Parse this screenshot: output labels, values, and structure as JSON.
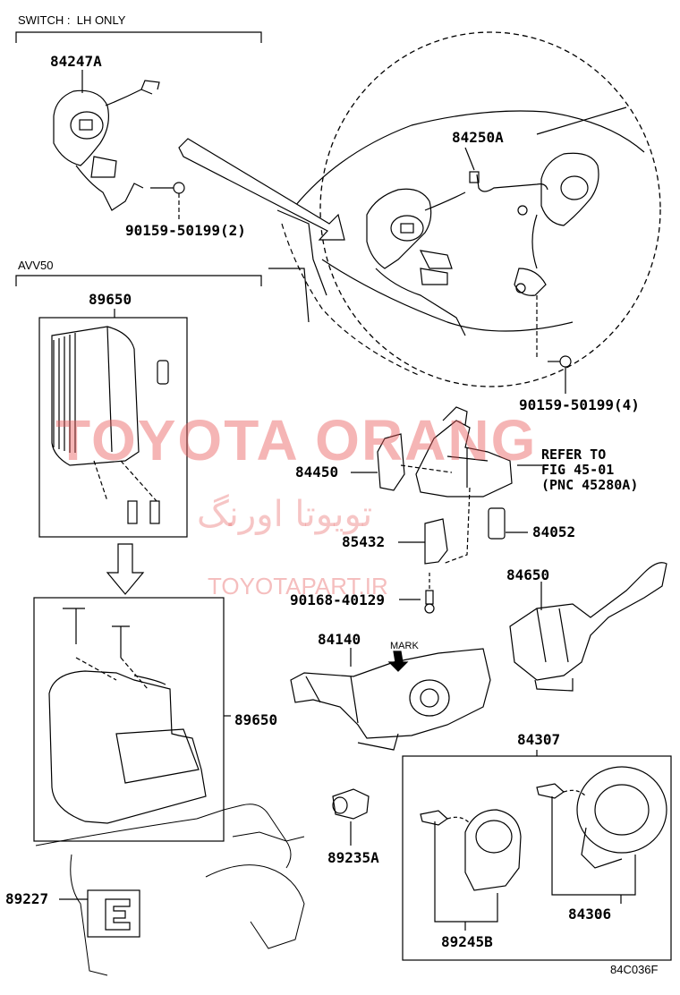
{
  "sections": {
    "switch_note": "SWITCH :  LH ONLY",
    "avv_note": "AVV50"
  },
  "labels": {
    "p84247A": "84247A",
    "p90159_2": "90159-50199(2)",
    "p84250A": "84250A",
    "p90159_4": "90159-50199(4)",
    "p89650_top": "89650",
    "p89650_side": "89650",
    "p84450": "84450",
    "p85432": "85432",
    "p90168": "90168-40129",
    "p84052": "84052",
    "p84650": "84650",
    "p84140": "84140",
    "mark": "MARK",
    "p84307": "84307",
    "p89235A": "89235A",
    "p89227": "89227",
    "p84306": "84306",
    "p89245B": "89245B"
  },
  "refer_note": {
    "line1": "REFER TO",
    "line2": "FIG 45-01",
    "line3": "(PNC 45280A)"
  },
  "watermark": {
    "brand": "TOYOTA ORANG",
    "persian": "تویوتا اورنگ",
    "site": "TOYOTAPART.IR"
  },
  "figure_code": "84C036F"
}
